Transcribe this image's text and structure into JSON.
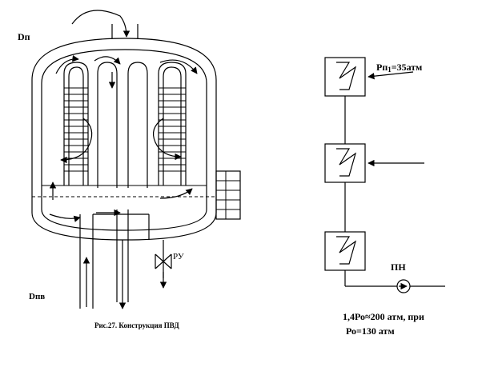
{
  "labels": {
    "d_p": "Dп",
    "d_pv": "Dпв",
    "ru": "РУ",
    "caption": "Рис.27. Конструкция ПВД",
    "p_bleed": "Рп",
    "p_bleed_sub": "1",
    "p_bleed_value": "=35атм",
    "pn": "ПН",
    "pressure_line1": "1,4Ро≈200 атм, при",
    "pressure_line2": "Ро=130 атм"
  },
  "colors": {
    "line": "#000000",
    "background": "#ffffff"
  }
}
